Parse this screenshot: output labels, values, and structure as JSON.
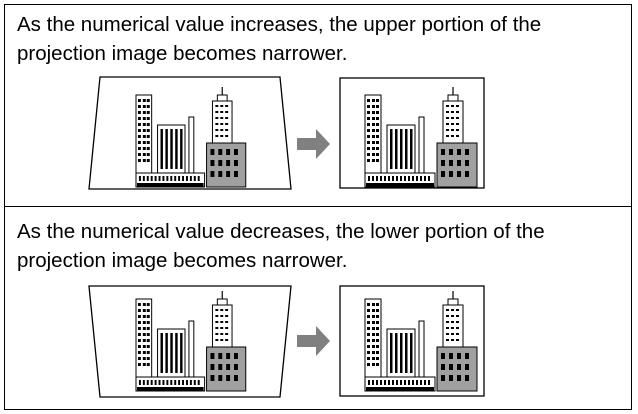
{
  "text": {
    "increase": "As the numerical value increases, the upper portion of the projection image becomes narrower.",
    "decrease": "As the numerical value decreases, the lower portion of the projection image becomes narrower."
  },
  "icons": {
    "arrow": "right-arrow-icon",
    "image": "city-buildings-picture"
  },
  "colors": {
    "arrow": "#808080",
    "building_dark": "#a0a0a0",
    "building_light": "#ffffff",
    "outline": "#000000"
  }
}
